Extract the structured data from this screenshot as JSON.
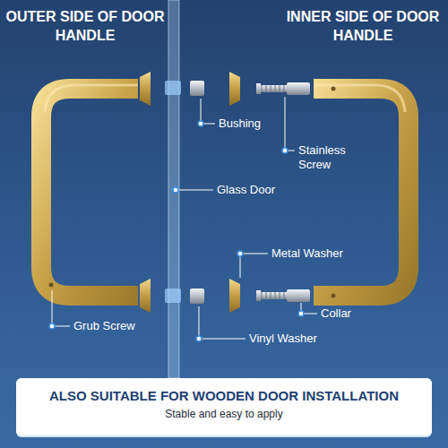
{
  "diagram": {
    "nodes": [
      {
        "text": [
          "ALSO SUITABLE FOR WOODEN DOOR INSTALLATION",
          "Stable and easy to apply"
        ]
      }
    ],
    "labels": [
      "OUTER SIDE OF DOOR HANDLE",
      "INNER SIDE OF DOOR HANDLE",
      "Bushing",
      "Stainless Screw",
      "Glass Door",
      "Metal Washer",
      "Collar",
      "Grub Screw",
      "Vinyl Washer"
    ]
  }
}
